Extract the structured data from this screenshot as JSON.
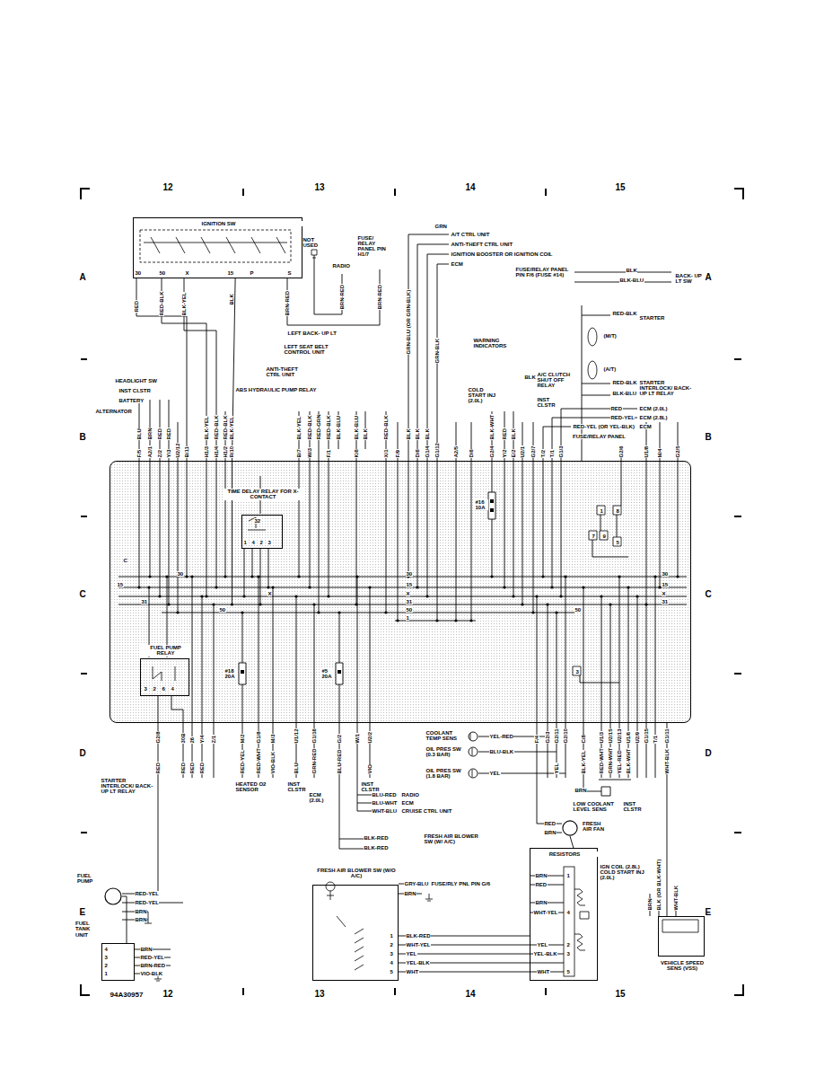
{
  "diagram": {
    "nodes": [
      {
        "text": [
          "IGNITION SW"
        ]
      },
      {
        "text": [
          "FUSE/RELAY PANEL"
        ]
      },
      {
        "text": [
          "TIME DELAY RELAY FOR X-CONTACT"
        ],
        "in": 1
      },
      {
        "text": [
          "FUEL PUMP RELAY"
        ],
        "in": 1
      },
      {
        "text": [
          "FRESH AIR FAN"
        ]
      },
      {
        "text": [
          "RESISTORS"
        ]
      },
      {
        "text": [
          "FRESH AIR BLOWER SW (W/O A/C)"
        ]
      },
      {
        "text": [
          "VEHICLE SPEED SENS (VSS)"
        ]
      },
      {
        "text": [
          "FUEL PUMP"
        ]
      },
      {
        "text": [
          "FUEL TANK UNIT"
        ]
      }
    ],
    "edges": [
      {
        "from": 0,
        "to": 1,
        "arrow": "none"
      },
      {
        "from": 6,
        "to": 5,
        "arrow": "none"
      },
      {
        "from": 4,
        "to": 5,
        "arrow": "none"
      },
      {
        "from": 7,
        "to": 1,
        "arrow": "none"
      },
      {
        "from": 9,
        "to": 8,
        "arrow": "none"
      }
    ],
    "labels": [
      "12",
      "13",
      "14",
      "15",
      "A",
      "A",
      "B",
      "B",
      "C",
      "C",
      "D",
      "D",
      "E",
      "E",
      "94A30957",
      "12",
      "13",
      "14",
      "15",
      "30",
      "50",
      "X",
      "15",
      "P",
      "S",
      "RED",
      "RED-BLK",
      "BLK-YEL",
      "BLK",
      "BRN-RED",
      "NOT USED",
      "RADIO",
      "BRN-RED",
      "FUSE/ RELAY PANEL PIN H1/7",
      "BRN-RED",
      "GRN",
      "A/T CTRL UNIT",
      "ANTI-THEFT CTRL UNIT",
      "IGNITION BOOSTER OR IGNITION COIL",
      "ECM",
      "GRN-BLU (OR GRN-BLK)",
      "GRN-BLK",
      "FUSE/RELAY PANEL PIN F/6 (FUSE #14)",
      "BLK",
      "BLK-BLU",
      "BACK- UP LT SW",
      "RED-BLK",
      "STARTER",
      "(M/T)",
      "(A/T)",
      "RED-BLK",
      "BLK-BLU",
      "STARTER INTERLOCK/ BACK- UP LT RELAY",
      "LEFT BACK- UP LT",
      "WARNING INDICATORS",
      "LEFT SEAT BELT CONTROL UNIT",
      "ANTI-THEFT CTRL UNIT",
      "ABS HYDRAULIC PUMP RELAY",
      "COLD START INJ (2.0L)",
      "BLK",
      "A/C CLUTCH SHUT OFF RELAY",
      "INST CLSTR",
      "HEADLIGHT SW",
      "INST CLSTR",
      "BATTERY",
      "ALTERNATOR",
      "BLU",
      "BRN",
      "RED",
      "RED",
      "BLK-YEL",
      "RED-BLK",
      "RED-BLK",
      "BLK-YEL",
      "BLK-YEL",
      "RED-BLK",
      "RED-GRN",
      "RED-BLK",
      "BLK-BLU",
      "BLK-BLU",
      "BLK",
      "RED-BLK",
      "BLK",
      "BLK",
      "BLK",
      "BLK-WHT",
      "RED",
      "BLK",
      "F/5",
      "A2/1",
      "Z/2",
      "Y/3",
      "U2/12",
      "B/11",
      "H1/3",
      "H1/4",
      "H1/2",
      "R/10",
      "B/7",
      "W/3",
      "F/1",
      "K/6",
      "X/1",
      "F/9",
      "D/6",
      "G1/4",
      "G1/12",
      "A2/5",
      "D/6",
      "G2/4",
      "Y/2",
      "E/2",
      "U2/1",
      "G2/7",
      "T/2",
      "T/1",
      "G1/3",
      "G2/6",
      "U1/8",
      "M/4",
      "G2/5",
      "RED",
      "ECM (2.0L)",
      "RED-YEL",
      "ECM (2.8L)",
      "RED-YEL (OR YEL-BLK)",
      "ECM",
      "#16 10A",
      "1",
      "8",
      "7",
      "9",
      "5",
      "3",
      "32",
      "1",
      "4",
      "2",
      "3",
      "3",
      "2",
      "6",
      "4",
      "#18 20A",
      "#5 20A",
      "30",
      "30",
      "30",
      "15",
      "15",
      "15",
      "X",
      "X",
      "X",
      "31",
      "31",
      "31",
      "50",
      "50",
      "50",
      "1",
      "C",
      "G2/8",
      "30B",
      "26",
      "Y/4",
      "Z/1",
      "M/2",
      "G1/8",
      "M/3",
      "U1/12",
      "G1/16",
      "G/2",
      "W/1",
      "U2/2",
      "F/4",
      "G2/3",
      "G2/11",
      "G2/10",
      "C/8",
      "U1/3",
      "U2/15",
      "U2/13",
      "U1/6",
      "U2/9",
      "G1/15",
      "T/1",
      "G1/11",
      "RED",
      "RED",
      "RED",
      "RED",
      "RED-YEL",
      "RED-WHT",
      "VIO-BLK",
      "BLU",
      "GRN-RED",
      "BLU-RED",
      "VIO",
      "YEL",
      "BLK-YEL",
      "RED-WHT",
      "GRN-WHT",
      "YEL-RED",
      "BLK-WHT",
      "WHT-BLK",
      "STARTER INTERLOCK/ BACK- UP LT RELAY",
      "HEATED O2 SENSOR",
      "INST CLSTR",
      "ECM (2.0L)",
      "INST CLSTR",
      "BLU-RED",
      "RADIO",
      "BLU-WHT",
      "ECM",
      "WHT-BLU",
      "CRUISE CTRL UNIT",
      "COOLANT TEMP SENS",
      "YEL-RED",
      "OIL PRES SW (0.3 BAR)",
      "BLU-BLK",
      "OIL PRES SW (1.8 BAR)",
      "YEL",
      "BRN",
      "LOW COOLANT LEVEL SENS",
      "INST CLSTR",
      "BLK-RED",
      "FRESH AIR BLOWER SW (W/ A/C)",
      "BLK-RED",
      "RED",
      "BRN",
      "IGN COIL (2.8L) COLD START INJ (2.0L)",
      "BRN",
      "BLK (OR BLK-WHT)",
      "WHT-BLK",
      "GRY-BLU",
      "FUSE/RLY PNL PIN G/6",
      "BRN",
      "1",
      "2",
      "3",
      "4",
      "5",
      "BLK-RED",
      "WHT-YEL",
      "YEL",
      "YEL-BLK",
      "WHT",
      "BRN",
      "RED",
      "BRN",
      "WHT-YEL",
      "YEL",
      "YEL-BLK",
      "WHT",
      "1",
      "4",
      "2",
      "3",
      "5",
      "RED-YEL",
      "RED-YEL",
      "BRN",
      "BRN",
      "4",
      "3",
      "2",
      "1",
      "BRN",
      "RED-YEL",
      "BRN-RED",
      "VIO-BLK"
    ]
  }
}
